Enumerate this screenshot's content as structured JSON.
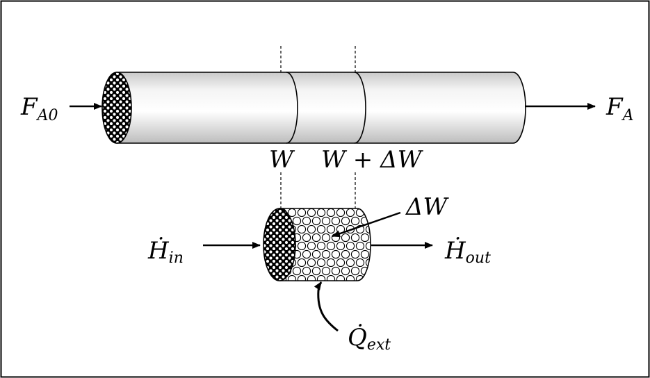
{
  "labels": {
    "inlet_flow": {
      "symbol": "F",
      "subscript": "A0"
    },
    "outlet_flow": {
      "symbol": "F",
      "subscript": "A"
    },
    "position_w": "W",
    "position_w_dw": "W + ΔW",
    "element_dw": "ΔW",
    "enthalpy_in": {
      "symbol": "Ḣ",
      "subscript": "in"
    },
    "enthalpy_out": {
      "symbol": "Ḣ",
      "subscript": "out"
    },
    "heat_ext": {
      "symbol": "Q̇",
      "subscript": "ext"
    }
  },
  "colors": {
    "stroke": "#000000",
    "tube_light": "#ffffff",
    "tube_shade": "#cfcfcf",
    "packing": "#000000"
  }
}
